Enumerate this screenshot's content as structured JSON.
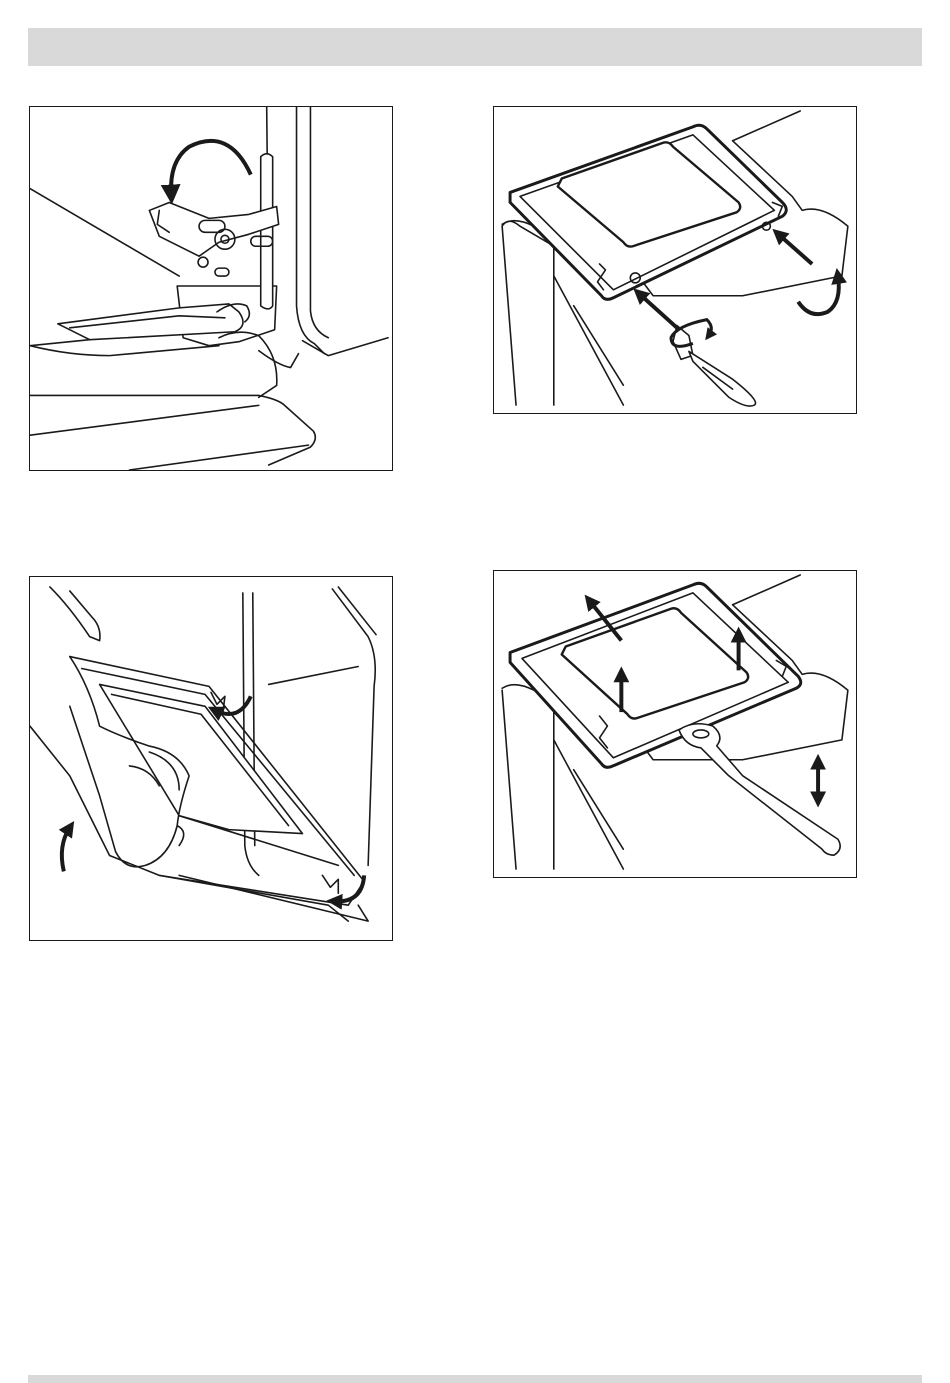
{
  "page": {
    "header_text": "",
    "footer_text": ""
  },
  "figures": [
    {
      "id": "hinge",
      "description_icon": "oven-door-hinge-lever-icon",
      "arrows": [
        "rotate-counterclockwise"
      ]
    },
    {
      "id": "screws",
      "description_icon": "door-screws-removal-icon",
      "arrows": [
        "push-left",
        "push-left",
        "rotate-clockwise",
        "rotate-screwdriver"
      ]
    },
    {
      "id": "lift",
      "description_icon": "door-lift-off-icon",
      "arrows": [
        "rotate-up",
        "rotate-hinge",
        "rotate-hinge"
      ]
    },
    {
      "id": "glass",
      "description_icon": "inner-glass-removal-icon",
      "arrows": [
        "up",
        "up",
        "up-left",
        "up-down"
      ]
    }
  ],
  "colors": {
    "line": "#1a1a1a",
    "shade": "#d9d9d9",
    "fill": "#ffffff"
  }
}
